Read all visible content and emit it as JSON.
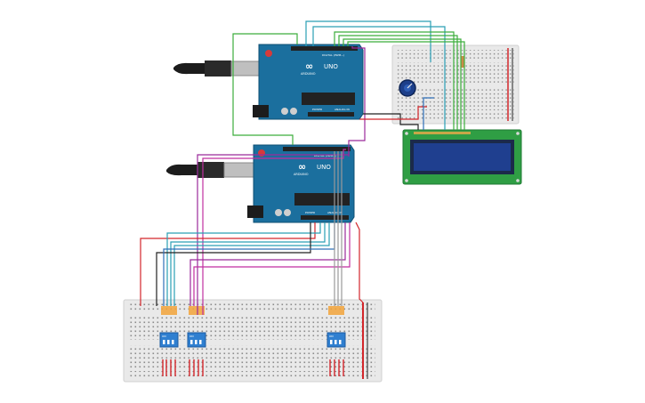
{
  "circuit": {
    "arduino_top": {
      "logo_symbol": "∞",
      "model_label": "UNO",
      "brand_label": "ARDUINO",
      "digital_header_label": "DIGITAL (PWM~)",
      "power_header_label": "POWER",
      "analog_header_label": "ANALOG IN"
    },
    "arduino_bottom": {
      "logo_symbol": "∞",
      "model_label": "UNO",
      "brand_label": "ARDUINO",
      "digital_header_label": "DIGITAL (PWM~)",
      "power_header_label": "POWER",
      "analog_header_label": "ANALOG IN"
    },
    "dip_switch_label": "ON",
    "colors": {
      "board_blue": "#1b6f9e",
      "board_edge": "#0f4f73",
      "lcd_pcb": "#2f9e44",
      "lcd_screen": "#1f3f8f",
      "breadboard": "#e9e9e9",
      "wire_green": "#3cae3c",
      "wire_teal": "#2a9fb5",
      "wire_purple": "#9b2a9b",
      "wire_magenta": "#c02fa0",
      "wire_red": "#d3262b",
      "wire_black": "#222222",
      "wire_gray": "#9a9a9a",
      "wire_blue": "#2f6fb8",
      "rail_red": "#d3262b",
      "dip_blue": "#2f7fd0"
    }
  }
}
